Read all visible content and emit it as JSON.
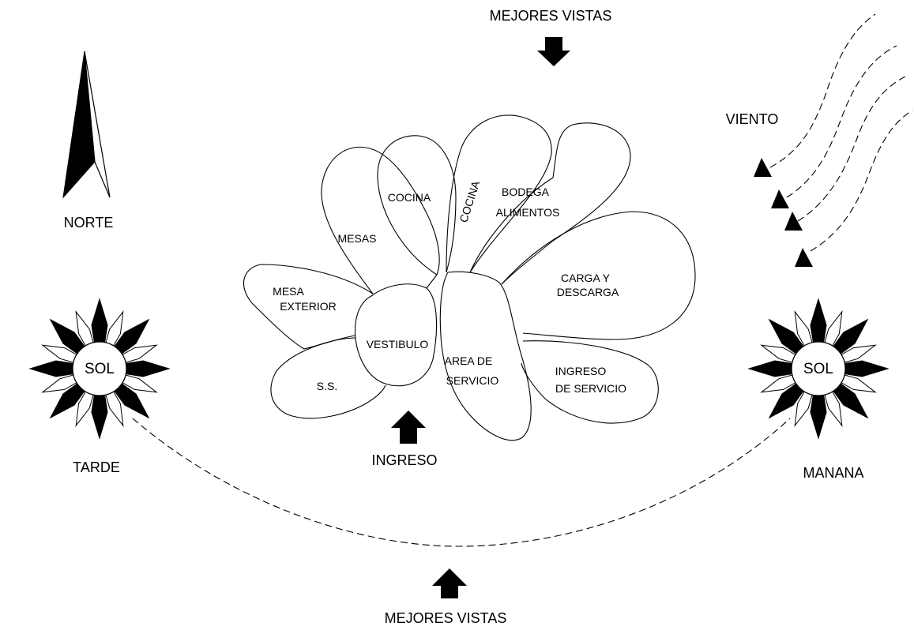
{
  "views": {
    "top_label": "MEJORES VISTAS",
    "bottom_label": "MEJORES VISTAS"
  },
  "north": {
    "label": "NORTE"
  },
  "wind": {
    "label": "VIENTO"
  },
  "entry": {
    "label": "INGRESO"
  },
  "sun_west": {
    "label": "SOL",
    "caption": "TARDE"
  },
  "sun_east": {
    "label": "SOL",
    "caption": "MANANA"
  },
  "zones": {
    "cocina_1": "COCINA",
    "cocina_2": "COCINA",
    "bodega_line1": "BODEGA",
    "bodega_line2": "ALIMENTOS",
    "mesas": "MESAS",
    "carga_line1": "CARGA Y",
    "carga_line2": "DESCARGA",
    "mesa_ext_line1": "MESA",
    "mesa_ext_line2": "EXTERIOR",
    "vestibulo": "VESTIBULO",
    "area_line1": "AREA DE",
    "area_line2": "SERVICIO",
    "ss": "S.S.",
    "ingreso_serv_line1": "INGRESO",
    "ingreso_serv_line2": "DE SERVICIO"
  },
  "colors": {
    "ink": "#000000",
    "paper": "#ffffff"
  }
}
